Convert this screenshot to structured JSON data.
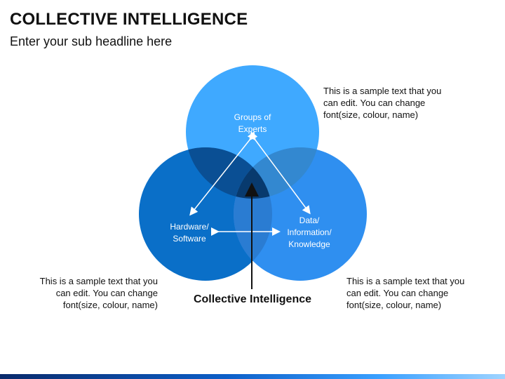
{
  "header": {
    "title": "COLLECTIVE INTELLIGENCE",
    "subtitle": "Enter your sub headline here"
  },
  "diagram": {
    "circles": {
      "top": {
        "label_line1": "Groups of",
        "label_line2": "Experts",
        "color": "#3fa9ff"
      },
      "left": {
        "label_line1": "Hardware/",
        "label_line2": "Software",
        "color": "#0a6fc8"
      },
      "right": {
        "label_line1": "Data/",
        "label_line2": "Information/",
        "label_line3": "Knowledge",
        "color": "#2f8ff0"
      }
    },
    "center_label": "Collective Intelligence"
  },
  "notes": {
    "top_right": [
      "This is a sample text that you",
      "can edit. You can change",
      "font(size, colour, name)"
    ],
    "bottom_left": [
      "This is a sample text that you",
      "can edit. You can change",
      "font(size, colour, name)"
    ],
    "bottom_right": [
      "This is a sample text that you",
      "can edit. You can change",
      "font(size, colour, name)"
    ]
  }
}
